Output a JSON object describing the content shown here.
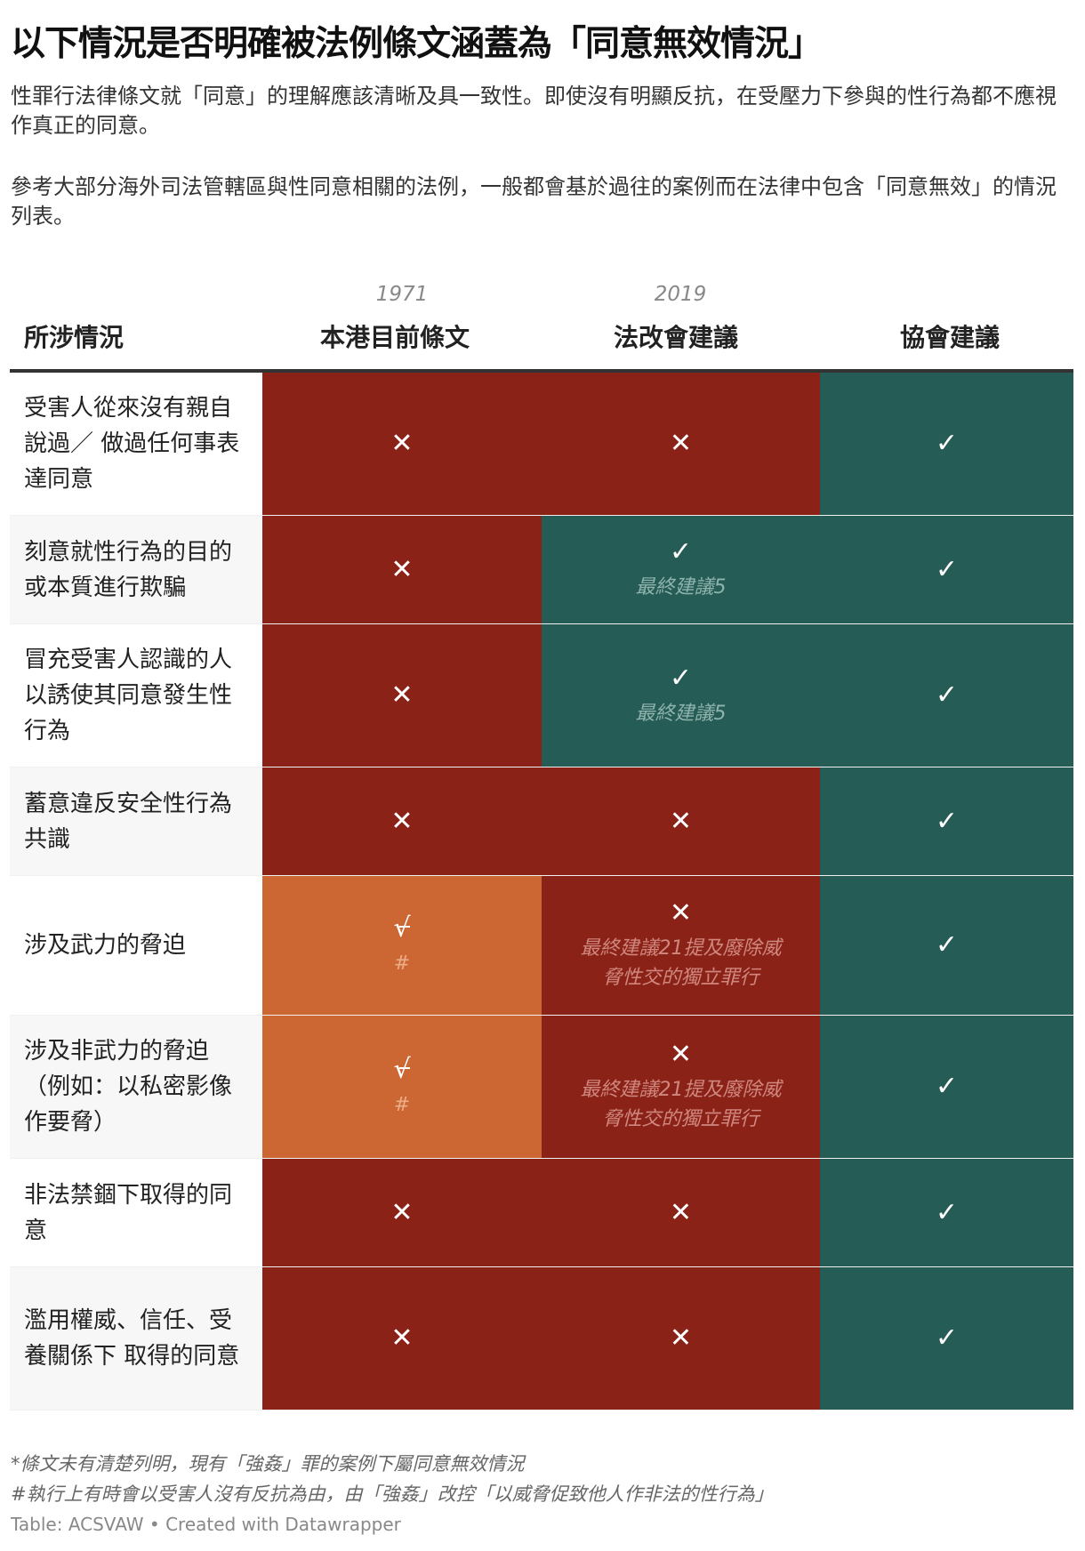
{
  "title": "以下情況是否明確被法例條文涵蓋為「同意無效情況」",
  "description": [
    "性罪行法律條文就「同意」的理解應該清晰及具一致性。即使沒有明顯反抗，在受壓力下參與的性行為都不應視作真正的同意。",
    "參考大部分海外司法管轄區與性同意相關的法例，一般都會基於過往的案例而在法律中包含「同意無效」的情況列表。"
  ],
  "colors": {
    "no": "#8a2218",
    "yes": "#255c55",
    "partial": "#cc6633"
  },
  "columns": [
    {
      "label": "所涉情況",
      "year": ""
    },
    {
      "label": "本港目前條文",
      "year": "1971"
    },
    {
      "label": "法改會建議",
      "year": "2019"
    },
    {
      "label": "協會建議",
      "year": ""
    }
  ],
  "symbols": {
    "no": "✕",
    "yes": "✓",
    "partial": "√"
  },
  "rows": [
    {
      "situation": "受害人從來沒有親自說過／ 做過任何事表達同意",
      "current": {
        "status": "no",
        "note": ""
      },
      "lrc": {
        "status": "no",
        "note": ""
      },
      "assoc": {
        "status": "yes",
        "note": ""
      }
    },
    {
      "situation": "刻意就性行為的目的或本質進行欺騙",
      "current": {
        "status": "no",
        "note": ""
      },
      "lrc": {
        "status": "yes",
        "note": "最終建議5"
      },
      "assoc": {
        "status": "yes",
        "note": ""
      }
    },
    {
      "situation": "冒充受害人認識的人 以誘使其同意發生性行為",
      "current": {
        "status": "no",
        "note": ""
      },
      "lrc": {
        "status": "yes",
        "note": "最終建議5"
      },
      "assoc": {
        "status": "yes",
        "note": ""
      }
    },
    {
      "situation": "蓄意違反安全性行為共識",
      "current": {
        "status": "no",
        "note": ""
      },
      "lrc": {
        "status": "no",
        "note": ""
      },
      "assoc": {
        "status": "yes",
        "note": ""
      }
    },
    {
      "situation": "涉及武力的脅迫",
      "current": {
        "status": "partial",
        "note": "#"
      },
      "lrc": {
        "status": "no",
        "note": "最終建議21提及廢除威脅性交的獨立罪行"
      },
      "assoc": {
        "status": "yes",
        "note": ""
      }
    },
    {
      "situation": "涉及非武力的脅迫（例如：以私密影像作要脅）",
      "current": {
        "status": "partial",
        "note": "#"
      },
      "lrc": {
        "status": "no",
        "note": "最終建議21提及廢除威脅性交的獨立罪行"
      },
      "assoc": {
        "status": "yes",
        "note": ""
      }
    },
    {
      "situation": "非法禁錮下取得的同意",
      "current": {
        "status": "no",
        "note": ""
      },
      "lrc": {
        "status": "no",
        "note": ""
      },
      "assoc": {
        "status": "yes",
        "note": ""
      }
    },
    {
      "situation": "濫用權威、信任、受養關係下 取得的同意",
      "current": {
        "status": "no",
        "note": ""
      },
      "lrc": {
        "status": "no",
        "note": ""
      },
      "assoc": {
        "status": "yes",
        "note": ""
      }
    }
  ],
  "footnotes": [
    "*條文未有清楚列明，現有「強姦」罪的案例下屬同意無效情況",
    "#執行上有時會以受害人沒有反抗為由，由「強姦」改控「以威脅促致他人作非法的性行為」"
  ],
  "credit": "Table: ACSVAW • Created with Datawrapper"
}
